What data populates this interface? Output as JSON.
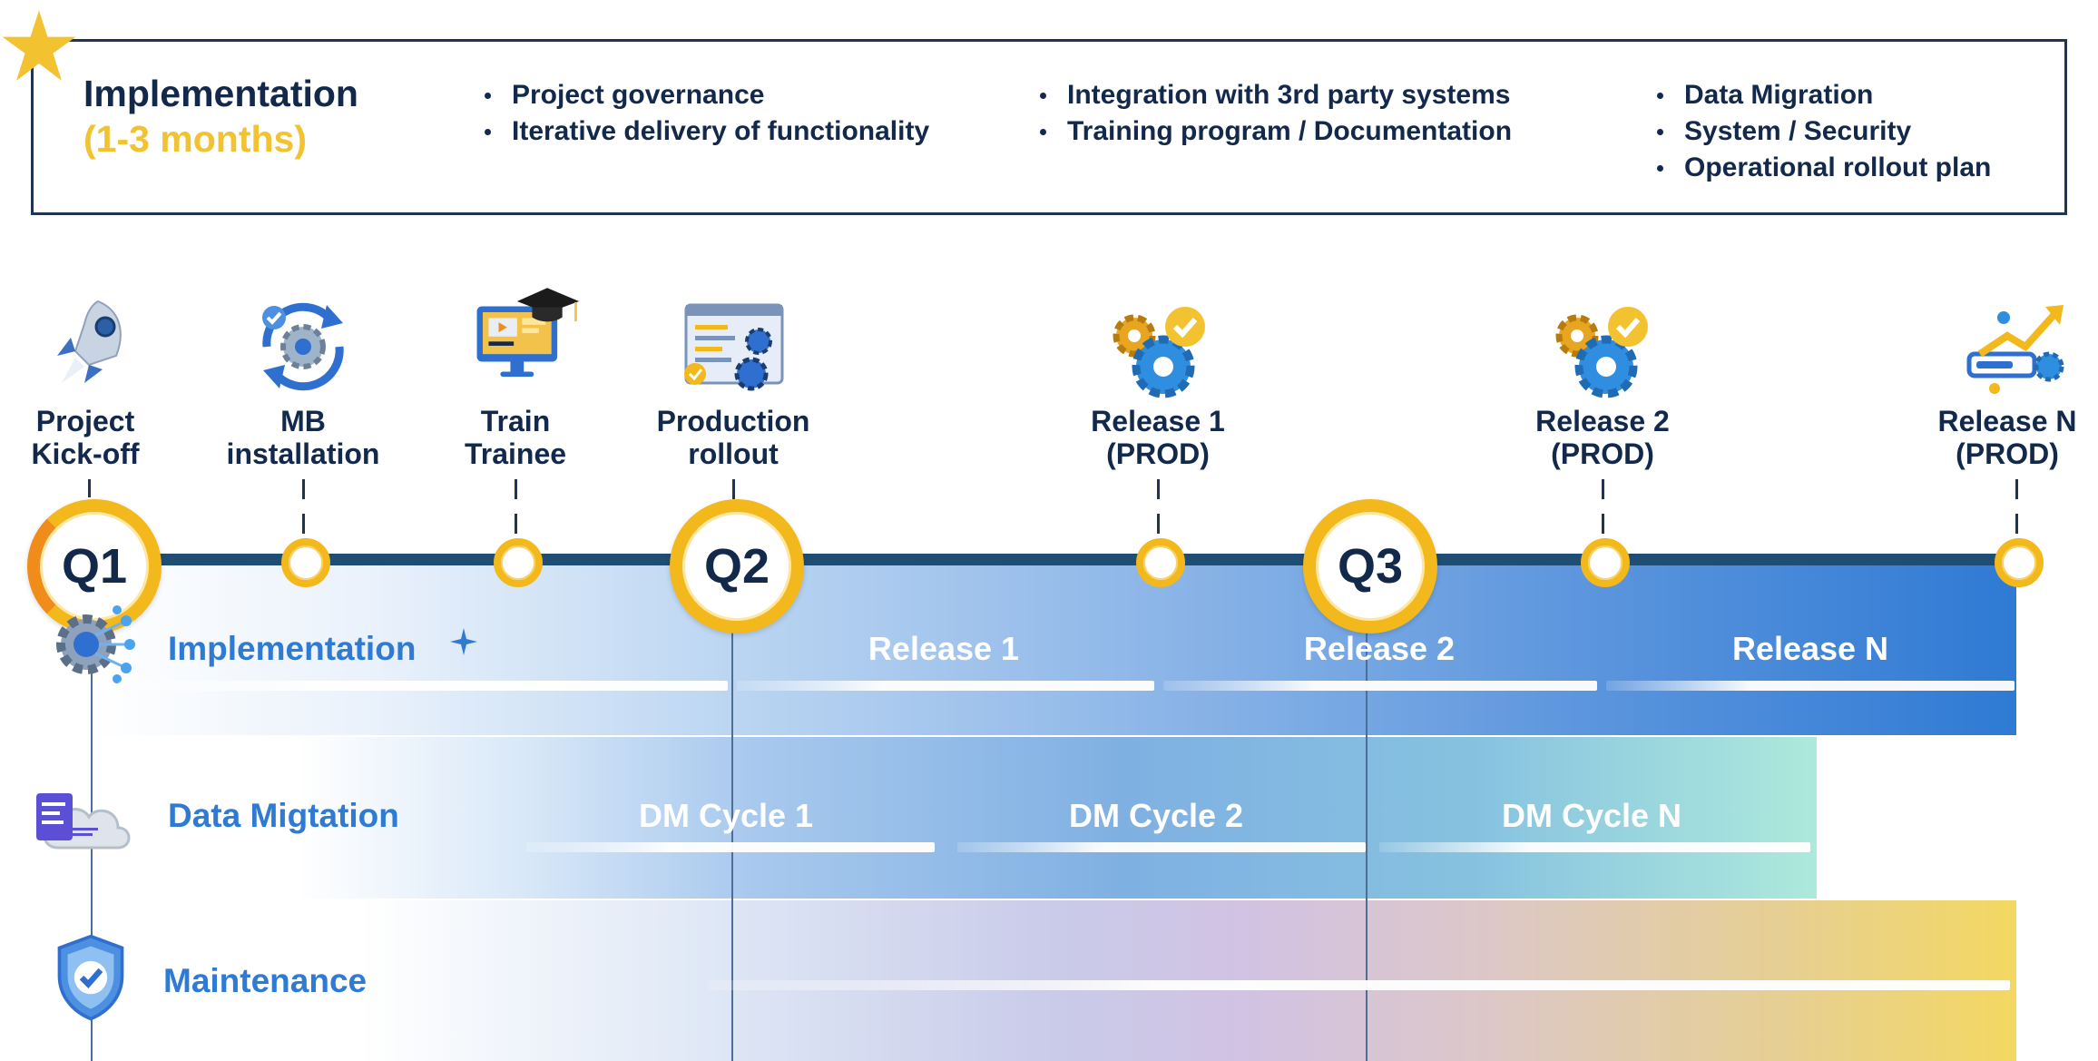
{
  "header": {
    "title": "Implementation",
    "subtitle": "(1-3 months)",
    "bullets": [
      [
        "Project governance",
        "Iterative delivery of functionality"
      ],
      [
        "Integration with 3rd party systems",
        "Training program / Documentation"
      ],
      [
        "Data Migration",
        "System / Security",
        "Operational rollout plan"
      ]
    ],
    "icon": "star-icon",
    "accent": "#f2c230"
  },
  "milestones": [
    {
      "line1": "Project",
      "line2": "Kick-off",
      "icon": "rocket-icon"
    },
    {
      "line1": "MB",
      "line2": "installation",
      "icon": "install-gear-icon"
    },
    {
      "line1": "Train",
      "line2": "Trainee",
      "icon": "training-monitor-icon"
    },
    {
      "line1": "Production",
      "line2": "rollout",
      "icon": "dashboard-gears-icon"
    },
    {
      "line1": "Release 1",
      "line2": "(PROD)",
      "icon": "gears-check-icon"
    },
    {
      "line1": "Release 2",
      "line2": "(PROD)",
      "icon": "gears-check-icon"
    },
    {
      "line1": "Release N",
      "line2": "(PROD)",
      "icon": "growth-chart-icon"
    }
  ],
  "quarters": [
    "Q1",
    "Q2",
    "Q3"
  ],
  "bands": {
    "implementation": {
      "title": "Implementation",
      "segments": [
        "Release 1",
        "Release 2",
        "Release N"
      ],
      "icon": "network-gear-icon"
    },
    "data_migration": {
      "title": "Data Migtation",
      "segments": [
        "DM Cycle 1",
        "DM Cycle 2",
        "DM Cycle N"
      ],
      "icon": "cloud-document-icon"
    },
    "maintenance": {
      "title": "Maintenance",
      "icon": "shield-check-icon"
    }
  },
  "colors": {
    "navy": "#13294b",
    "yellow": "#f2b81c",
    "blue": "#2f7bd4",
    "timeline": "#1f4d73"
  }
}
